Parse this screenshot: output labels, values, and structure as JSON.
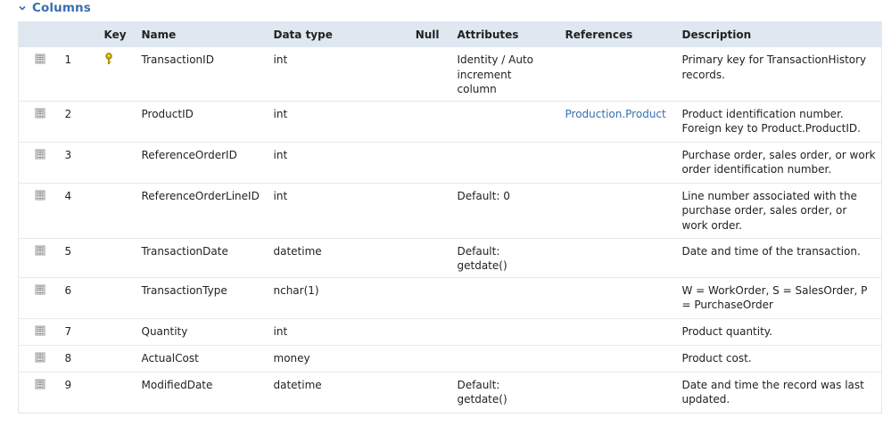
{
  "section": {
    "title": "Columns"
  },
  "headers": {
    "index": "",
    "key": "Key",
    "name": "Name",
    "data_type": "Data type",
    "null": "Null",
    "attributes": "Attributes",
    "references": "References",
    "description": "Description"
  },
  "rows": [
    {
      "num": "1",
      "is_key": true,
      "name": "TransactionID",
      "data_type": "int",
      "null": "",
      "attributes": "Identity / Auto increment column",
      "references": "",
      "description": "Primary key for TransactionHistory records."
    },
    {
      "num": "2",
      "is_key": false,
      "name": "ProductID",
      "data_type": "int",
      "null": "",
      "attributes": "",
      "references": "Production.Product",
      "description": "Product identification number. Foreign key to Product.ProductID."
    },
    {
      "num": "3",
      "is_key": false,
      "name": "ReferenceOrderID",
      "data_type": "int",
      "null": "",
      "attributes": "",
      "references": "",
      "description": "Purchase order, sales order, or work order identification number."
    },
    {
      "num": "4",
      "is_key": false,
      "name": "ReferenceOrderLineID",
      "data_type": "int",
      "null": "",
      "attributes": "Default: 0",
      "references": "",
      "description": "Line number associated with the purchase order, sales order, or work order."
    },
    {
      "num": "5",
      "is_key": false,
      "name": "TransactionDate",
      "data_type": "datetime",
      "null": "",
      "attributes": "Default: getdate()",
      "references": "",
      "description": "Date and time of the transaction."
    },
    {
      "num": "6",
      "is_key": false,
      "name": "TransactionType",
      "data_type": "nchar(1)",
      "null": "",
      "attributes": "",
      "references": "",
      "description": "W = WorkOrder, S = SalesOrder, P = PurchaseOrder"
    },
    {
      "num": "7",
      "is_key": false,
      "name": "Quantity",
      "data_type": "int",
      "null": "",
      "attributes": "",
      "references": "",
      "description": "Product quantity."
    },
    {
      "num": "8",
      "is_key": false,
      "name": "ActualCost",
      "data_type": "money",
      "null": "",
      "attributes": "",
      "references": "",
      "description": "Product cost."
    },
    {
      "num": "9",
      "is_key": false,
      "name": "ModifiedDate",
      "data_type": "datetime",
      "null": "",
      "attributes": "Default: getdate()",
      "references": "",
      "description": "Date and time the record was last updated."
    }
  ],
  "colors": {
    "accent": "#3a6fb0",
    "header_bg": "#dfe7f1",
    "key": "#c8a800"
  },
  "icons": {
    "row": "column-icon",
    "key": "key-icon",
    "section": "chevron-down-icon"
  }
}
